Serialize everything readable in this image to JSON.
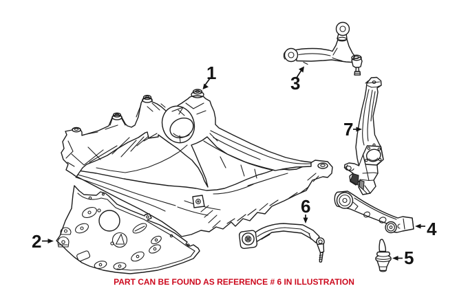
{
  "illustration": {
    "kind": "suspension-parts-line-diagram",
    "ink_color": "#1c1c1c",
    "background": "#ffffff",
    "callouts": [
      {
        "label": "1"
      },
      {
        "label": "2"
      },
      {
        "label": "3"
      },
      {
        "label": "4"
      },
      {
        "label": "5"
      },
      {
        "label": "6"
      },
      {
        "label": "7"
      }
    ]
  },
  "caption": {
    "text": "PART CAN BE FOUND AS REFERENCE # 6 IN ILLUSTRATION",
    "color": "#cc0a1e"
  }
}
